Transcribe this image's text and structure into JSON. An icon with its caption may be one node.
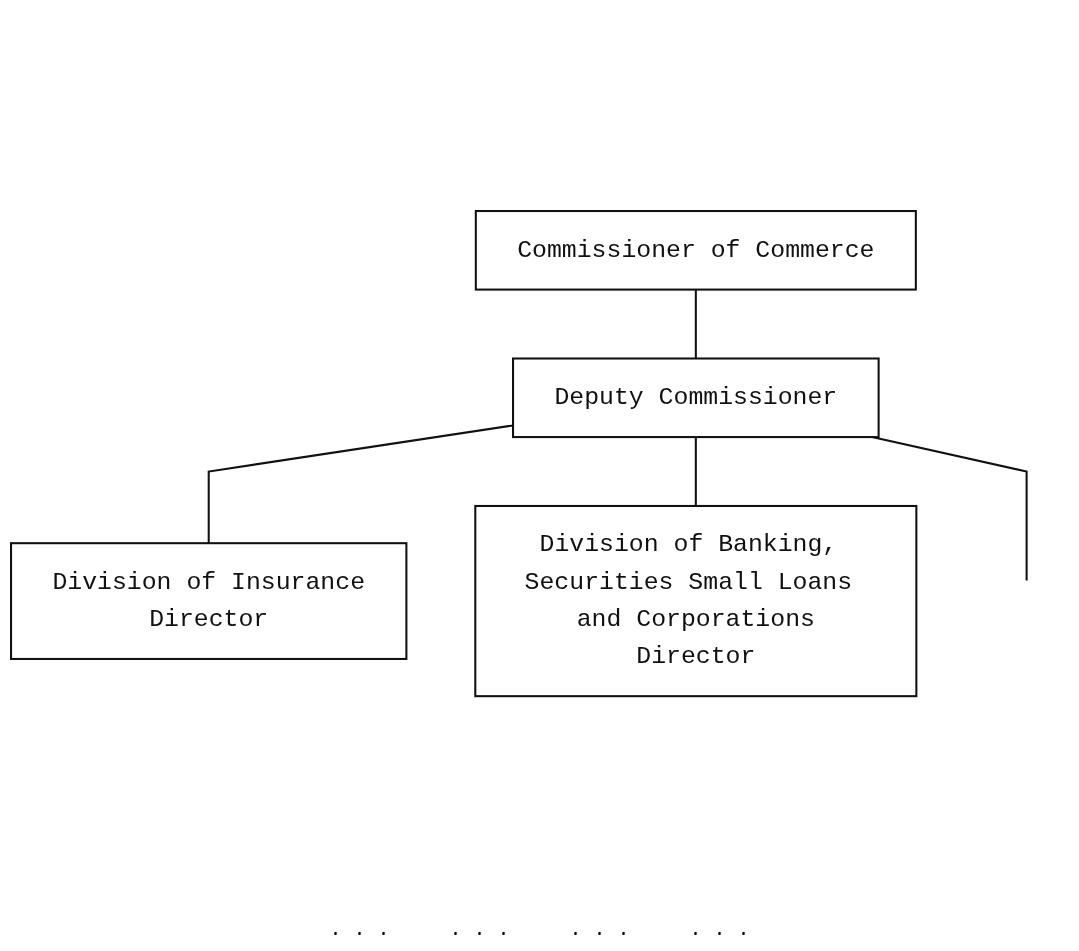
{
  "diagram": {
    "nodes": [
      {
        "text": [
          "Commissioner of Commerce"
        ]
      },
      {
        "text": [
          "Deputy Commissioner"
        ]
      },
      {
        "text": [
          "Division of Insurance",
          "Director"
        ]
      },
      {
        "text": [
          "Division of Banking, Securities Small Loans and Corporations",
          "Director"
        ]
      }
    ],
    "edges": [
      {
        "from": 0,
        "to": 1,
        "arrow": "none"
      },
      {
        "from": 1,
        "to": 2,
        "arrow": "none"
      },
      {
        "from": 1,
        "to": 3,
        "arrow": "none"
      },
      {
        "from": 1,
        "to": null,
        "arrow": "none"
      }
    ],
    "labels": [
      ". . .",
      ". . .",
      ". . .",
      ". . ."
    ]
  }
}
